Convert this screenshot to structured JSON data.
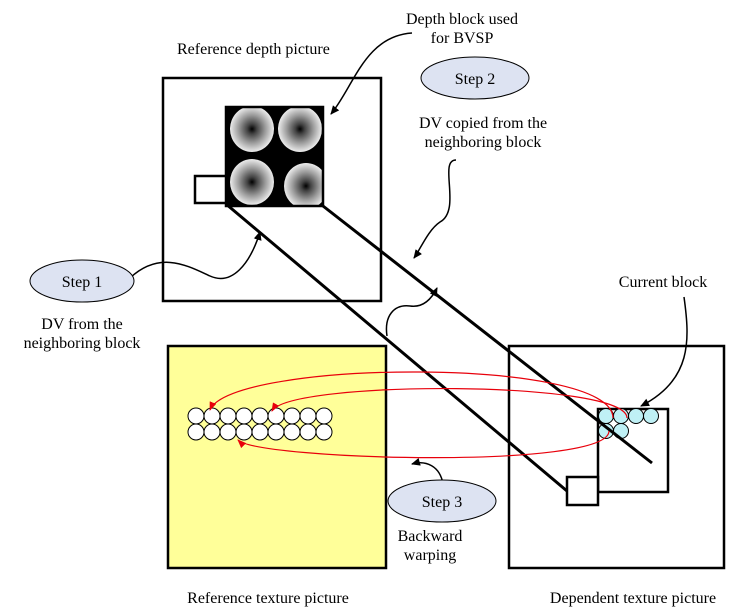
{
  "labels": {
    "ref_depth_picture": "Reference depth picture",
    "depth_block_line1": "Depth block used",
    "depth_block_line2": "for BVSP",
    "dv_copied_line1": "DV copied from the",
    "dv_copied_line2": "neighboring block",
    "current_block": "Current block",
    "dv_from_line1": "DV from the",
    "dv_from_line2": "neighboring block",
    "backward_line1": "Backward",
    "backward_line2": "warping",
    "ref_texture_picture": "Reference texture picture",
    "dependent_texture_picture": "Dependent texture picture"
  },
  "steps": {
    "step1": "Step 1",
    "step2": "Step 2",
    "step3": "Step 3"
  },
  "colors": {
    "reference_texture_fill": "#ffff99",
    "step_ellipse_fill": "#dde3f2",
    "warp_arrow": "#e8000b",
    "current_pixels": "#bff0f5"
  }
}
